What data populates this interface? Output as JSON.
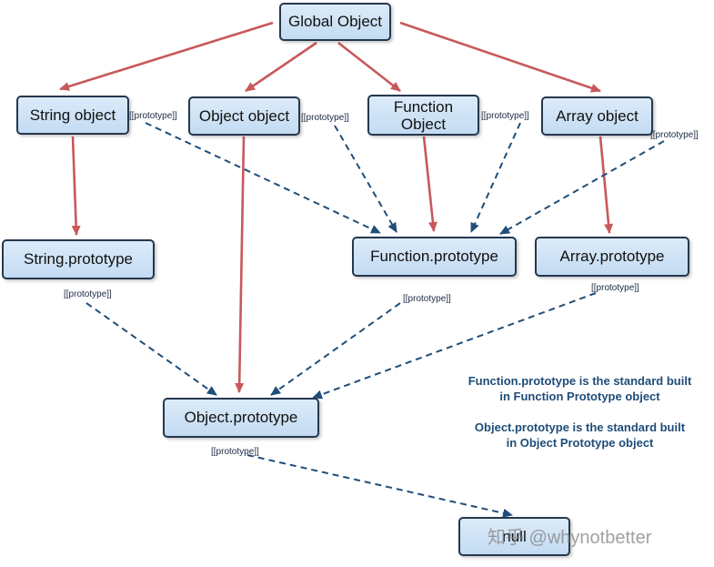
{
  "nodes": {
    "global_object": "Global Object",
    "string_object": "String object",
    "object_object": "Object object",
    "function_object_line1": "Function",
    "function_object_line2": "Object",
    "array_object": "Array object",
    "string_prototype": "String.prototype",
    "function_prototype": "Function.prototype",
    "array_prototype": "Array.prototype",
    "object_prototype": "Object.prototype",
    "null_node": "null"
  },
  "edge_label": "[[prototype]]",
  "notes": {
    "note1_line1": "Function.prototype is the standard built",
    "note1_line2": "in Function Prototype object",
    "note2_line1": "Object.prototype is the standard built",
    "note2_line2": "in Object Prototype object"
  },
  "watermark": "知乎 @whynotbetter",
  "colors": {
    "solid_arrow": "#c8595b",
    "dashed_arrow": "#1f4e79",
    "node_fill": "#cfe2f6",
    "node_border": "#26374f",
    "note_text": "#1e4d78"
  }
}
